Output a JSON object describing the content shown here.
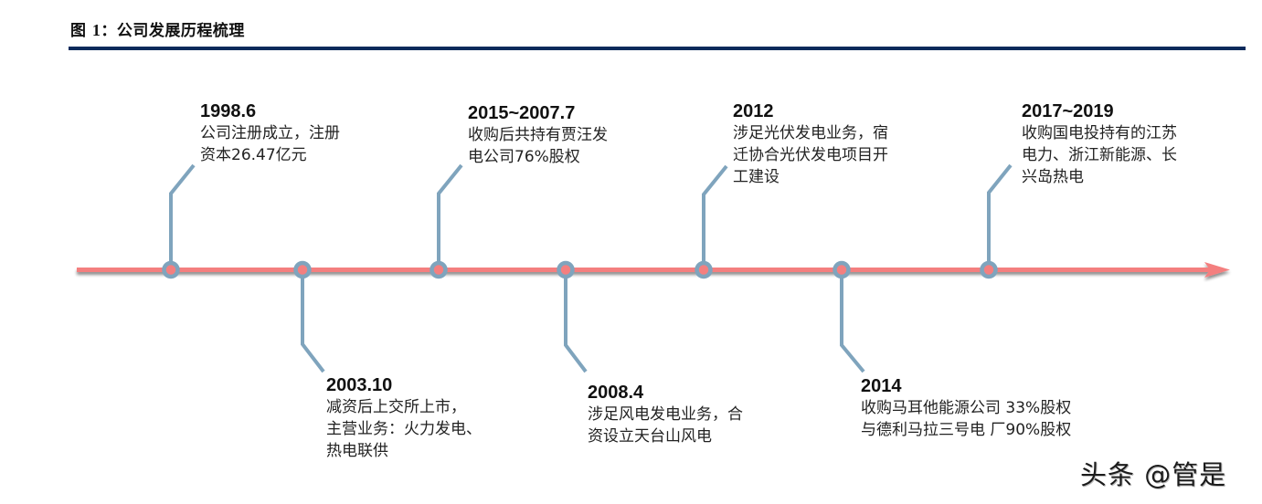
{
  "figure": {
    "label": "图 ",
    "number": "1",
    "separator": "：",
    "title": "公司发展历程梳理"
  },
  "colors": {
    "title_rule": "#0b2a5b",
    "timeline_line": "#f47f7f",
    "timeline_shadow": "#9a9a9a",
    "connector": "#7fa4bd",
    "marker_ring": "#7fa4bd"
  },
  "timeline": {
    "direction": "left-to-right",
    "arrow_end": true,
    "events": [
      {
        "date": "1998.6",
        "position": "above",
        "lines": [
          "公司注册成立，注册",
          "资本26.47亿元"
        ]
      },
      {
        "date": "2003.10",
        "position": "below",
        "lines": [
          "减资后上交所上市，",
          "主营业务：火力发电、",
          "热电联供"
        ]
      },
      {
        "date": "2015~2007.7",
        "position": "above",
        "lines": [
          "收购后共持有贾汪发",
          "电公司76%股权"
        ]
      },
      {
        "date": "2008.4",
        "position": "below",
        "lines": [
          "涉足风电发电业务，合",
          "资设立天台山风电"
        ]
      },
      {
        "date": "2012",
        "position": "above",
        "lines": [
          "涉足光伏发电业务，宿",
          "迁协合光伏发电项目开",
          "工建设"
        ]
      },
      {
        "date": "2014",
        "position": "below",
        "lines": [
          "收购马耳他能源公司 33%股权",
          "与德利马拉三号电 厂90%股权"
        ]
      },
      {
        "date": "2017~2019",
        "position": "above",
        "lines": [
          "收购国电投持有的江苏",
          "电力、浙江新能源、长",
          "兴岛热电"
        ]
      }
    ]
  },
  "watermark": {
    "text": "头条 @管是"
  }
}
